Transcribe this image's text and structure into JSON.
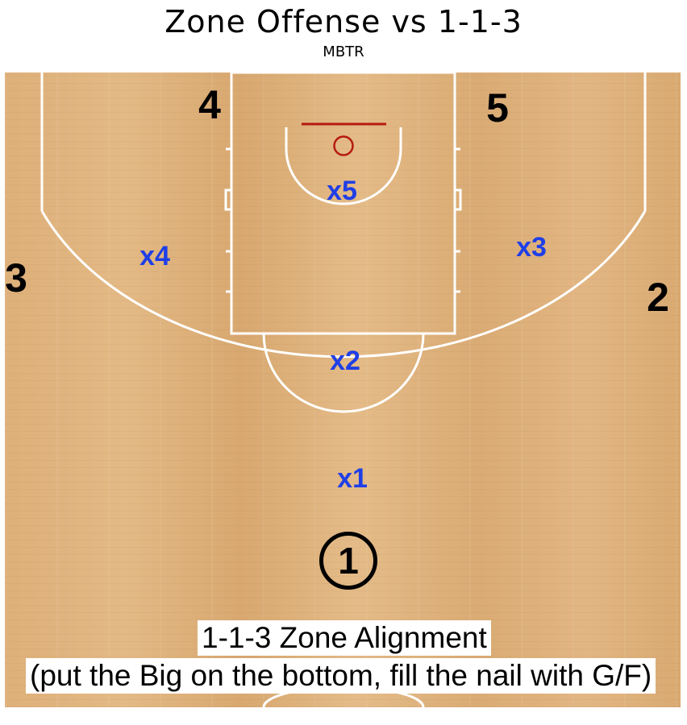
{
  "title": "Zone Offense vs 1-1-3",
  "subtitle": "MBTR",
  "offense": [
    {
      "id": "4",
      "label": "4"
    },
    {
      "id": "5",
      "label": "5"
    },
    {
      "id": "3",
      "label": "3"
    },
    {
      "id": "2",
      "label": "2"
    },
    {
      "id": "1",
      "label": "1"
    }
  ],
  "defense": [
    {
      "id": "x5",
      "label": "x5"
    },
    {
      "id": "x4",
      "label": "x4"
    },
    {
      "id": "x3",
      "label": "x3"
    },
    {
      "id": "x2",
      "label": "x2"
    },
    {
      "id": "x1",
      "label": "x1"
    }
  ],
  "caption": {
    "line1": "1-1-3 Zone Alignment",
    "line2": "(put the Big on the bottom, fill the nail with G/F)"
  },
  "colors": {
    "court": "#dcae79",
    "lines": "#ffffff",
    "rim": "#b51a10",
    "defense": "#1f3fe6",
    "offense": "#000000"
  }
}
